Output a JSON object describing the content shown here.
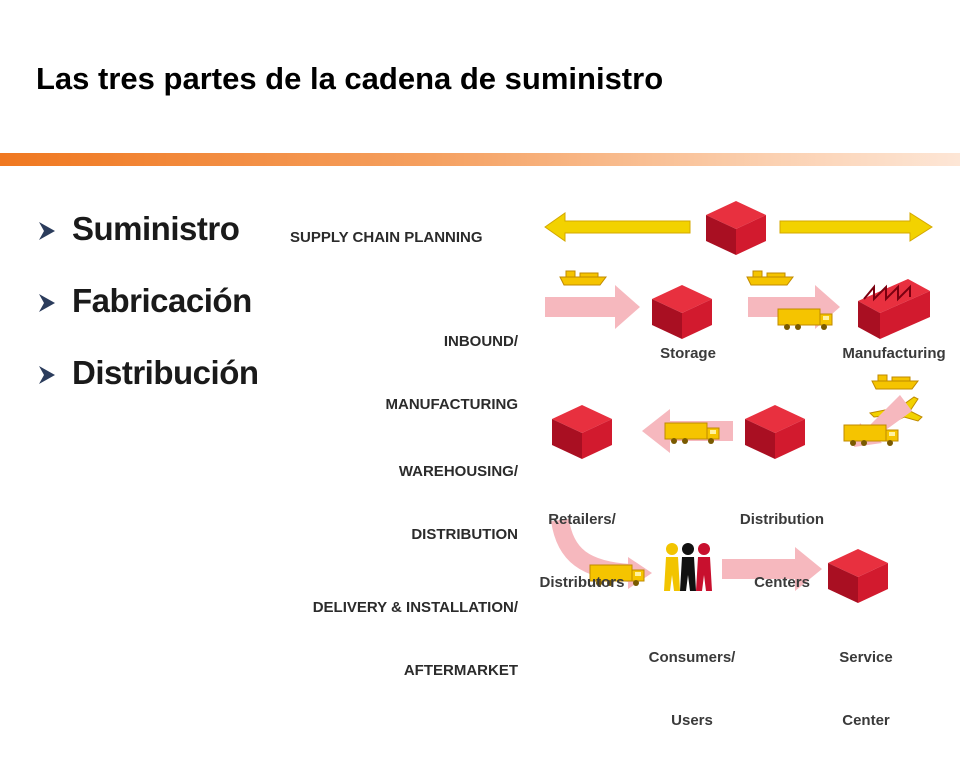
{
  "slide": {
    "title": "Las tres partes de la cadena de suministro",
    "bullets": [
      "Suministro",
      "Fabricación",
      "Distribución"
    ]
  },
  "diagram": {
    "section_labels": {
      "planning": "SUPPLY CHAIN PLANNING",
      "inbound_1": "INBOUND/",
      "inbound_2": "MANUFACTURING",
      "warehousing_1": "WAREHOUSING/",
      "warehousing_2": "DISTRIBUTION",
      "delivery_1": "DELIVERY & INSTALLATION/",
      "delivery_2": "AFTERMARKET"
    },
    "nodes": {
      "storage": "Storage",
      "manufacturing": "Manufacturing",
      "retailers_1": "Retailers/",
      "retailers_2": "Distributors",
      "distribution_1": "Distribution",
      "distribution_2": "Centers",
      "consumers_1": "Consumers/",
      "consumers_2": "Users",
      "service_1": "Service",
      "service_2": "Center"
    }
  },
  "colors": {
    "accent_orange": "#f07820",
    "building_red": "#c8102e",
    "arrow_yellow": "#f2d200",
    "arrow_pink": "#f6b8be"
  }
}
